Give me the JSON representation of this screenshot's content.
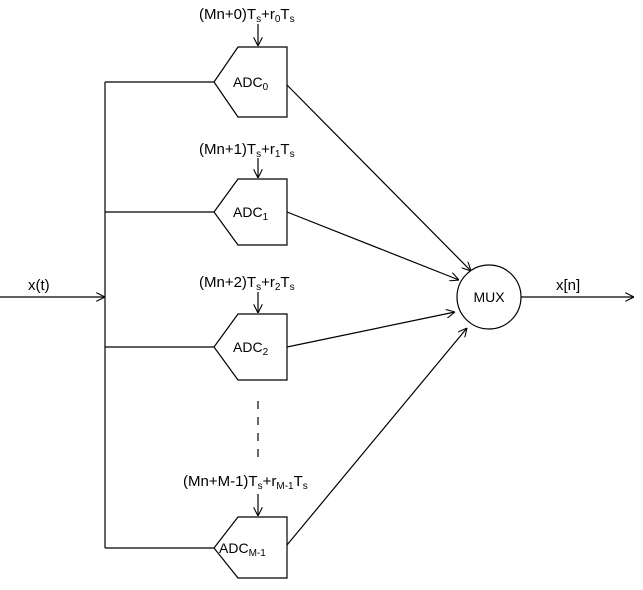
{
  "diagram": {
    "input_label": "x(t)",
    "output_label": "x[n]",
    "mux_label": "MUX",
    "adcs": [
      {
        "clock_main": "(Mn+0)T",
        "clock_sub1": "s",
        "clock_mid": "+r",
        "clock_sub2": "0",
        "clock_tail": "T",
        "clock_sub3": "s",
        "name": "ADC",
        "index": "0"
      },
      {
        "clock_main": "(Mn+1)T",
        "clock_sub1": "s",
        "clock_mid": "+r",
        "clock_sub2": "1",
        "clock_tail": "T",
        "clock_sub3": "s",
        "name": "ADC",
        "index": "1"
      },
      {
        "clock_main": "(Mn+2)T",
        "clock_sub1": "s",
        "clock_mid": "+r",
        "clock_sub2": "2",
        "clock_tail": "T",
        "clock_sub3": "s",
        "name": "ADC",
        "index": "2"
      },
      {
        "clock_main": "(Mn+M-1)T",
        "clock_sub1": "s",
        "clock_mid": "+r",
        "clock_sub2": "M-1",
        "clock_tail": "T",
        "clock_sub3": "s",
        "name": "ADC",
        "index": "M-1"
      }
    ]
  }
}
